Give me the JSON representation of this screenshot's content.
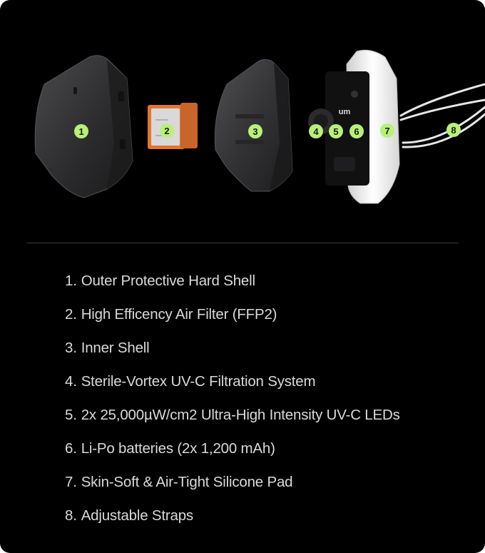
{
  "components": [
    {
      "num": "1.",
      "label": "Outer Protective Hard Shell",
      "marker": "1"
    },
    {
      "num": "2.",
      "label": "High Efficency Air Filter (FFP2)",
      "marker": "2"
    },
    {
      "num": "3.",
      "label": "Inner Shell",
      "marker": "3"
    },
    {
      "num": "4.",
      "label": "Sterile-Vortex UV-C Filtration System",
      "marker": "4"
    },
    {
      "num": "5.",
      "label": "2x 25,000µW/cm2 Ultra-High Intensity UV-C LEDs",
      "marker": "5"
    },
    {
      "num": "6.",
      "label": "Li-Po batteries (2x 1,200 mAh)",
      "marker": "6"
    },
    {
      "num": "7.",
      "label": "Skin-Soft & Air-Tight Silicone Pad",
      "marker": "7"
    },
    {
      "num": "8.",
      "label": "Adjustable Straps",
      "marker": "8"
    }
  ],
  "device_logo": "um",
  "colors": {
    "background": "#000000",
    "marker_fill": "#b9f07a",
    "marker_text": "#1a1a1a",
    "shell_dark": "#2e2e30",
    "filter_orange": "#e2762e",
    "silicone_white": "#f2f2f2"
  }
}
